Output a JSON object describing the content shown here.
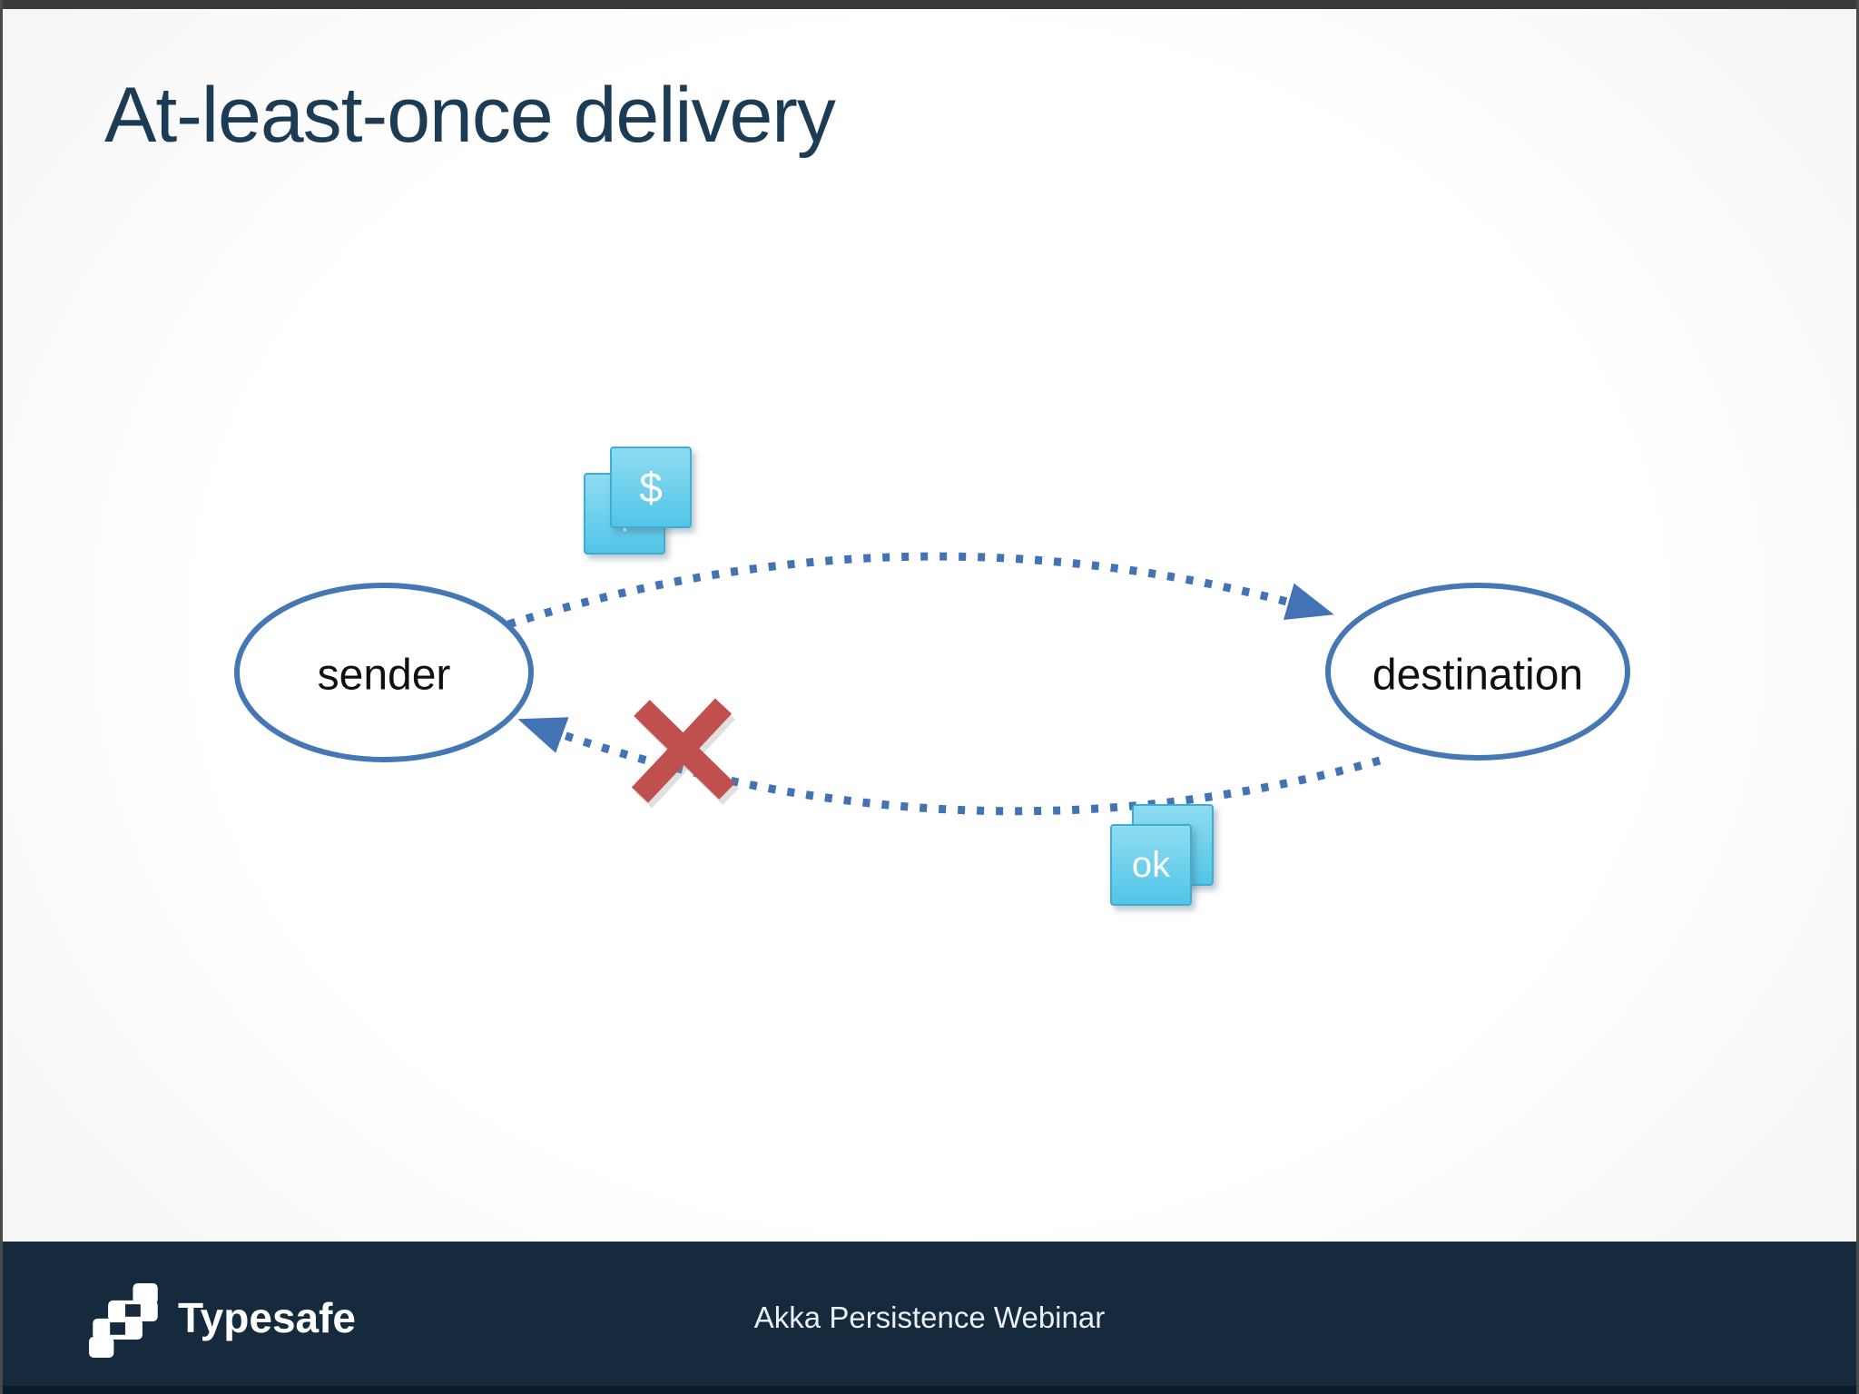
{
  "slide": {
    "title": "At-least-once delivery"
  },
  "diagram": {
    "nodes": [
      {
        "id": "sender",
        "label": "sender"
      },
      {
        "id": "destination",
        "label": "destination"
      }
    ],
    "messages": {
      "payment": {
        "label": "$"
      },
      "ack": {
        "label": "ok"
      }
    },
    "colors": {
      "title_text": "#1c3b54",
      "node_stroke": "#4577b5",
      "arrow_dots": "#4273b4",
      "message_fill_top": "#8edcf1",
      "message_fill_bottom": "#52c5e8",
      "message_border": "#3fadd0",
      "failure_x": "#c0504d",
      "footer_background": "#152a3d"
    }
  },
  "footer": {
    "brand": "Typesafe",
    "caption": "Akka Persistence Webinar"
  }
}
